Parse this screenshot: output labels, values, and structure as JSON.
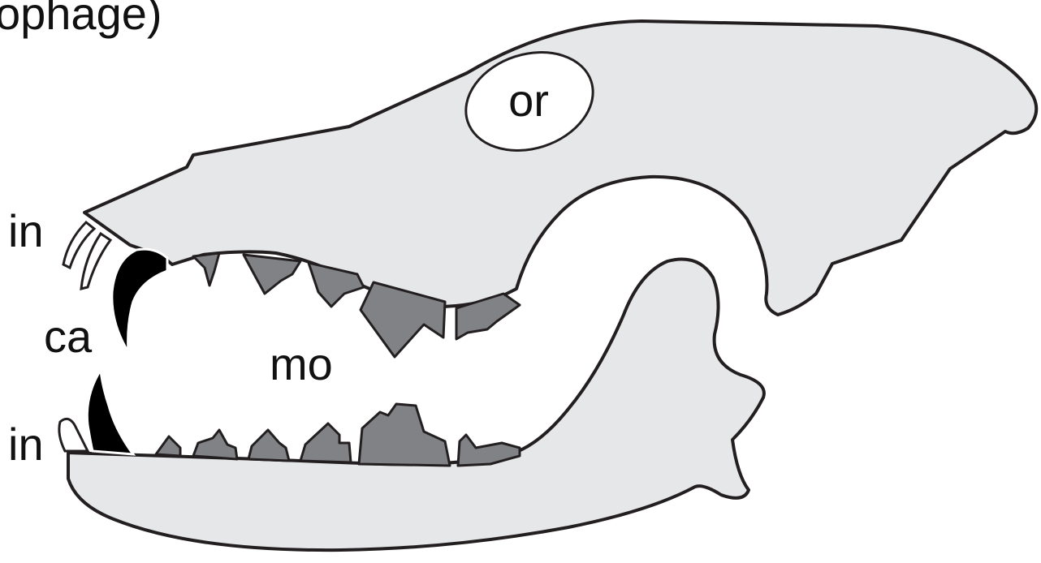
{
  "diagram": {
    "title_fragment": "ophage)",
    "labels": {
      "orbit": "or",
      "incisors_upper": "in",
      "canine": "ca",
      "mouth": "mo",
      "incisors_lower": "in"
    },
    "colors": {
      "bone": "#e6e7e8",
      "molar": "#808285",
      "canine_tooth": "#000000",
      "outline": "#231f20",
      "background": "#ffffff",
      "incisor": "#ffffff"
    }
  }
}
